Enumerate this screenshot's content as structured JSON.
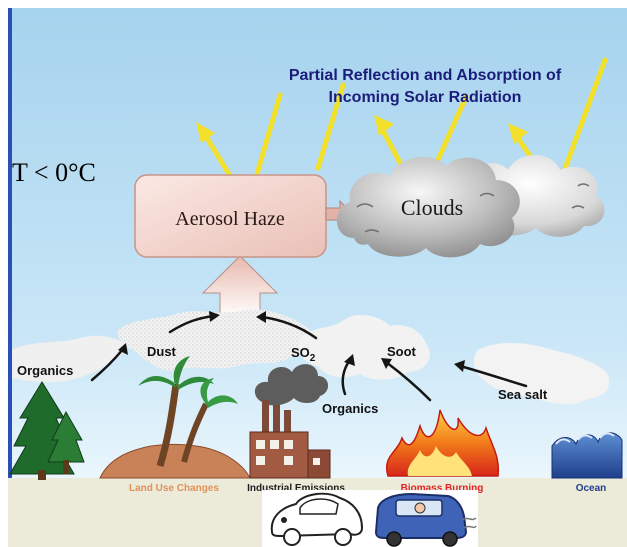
{
  "title": {
    "line1": "Partial Reflection and Absorption of",
    "line2": "Incoming Solar Radiation"
  },
  "temperature": "T < 0°C",
  "boxes": {
    "aerosol_haze": "Aerosol Haze",
    "clouds": "Clouds"
  },
  "sources": {
    "organics_left": "Organics",
    "dust": "Dust",
    "so2": "SO",
    "so2_subscript": "2",
    "soot": "Soot",
    "organics_center": "Organics",
    "sea_salt": "Sea salt"
  },
  "categories": {
    "land_use": "Land Use Changes",
    "industrial": "Industrial Emissions",
    "biomass": "Biomass Burning",
    "ocean": "Ocean"
  },
  "colors": {
    "title": "#1c1c7a",
    "land_use": "#e0915a",
    "industrial": "#1e1e1e",
    "biomass": "#e02222",
    "ocean": "#1f3e8c",
    "sun_ray": "#f2e02a",
    "sky_top": "#a6d3ee",
    "sky_bottom": "#eaf6fc",
    "ground": "#ecebd9"
  }
}
